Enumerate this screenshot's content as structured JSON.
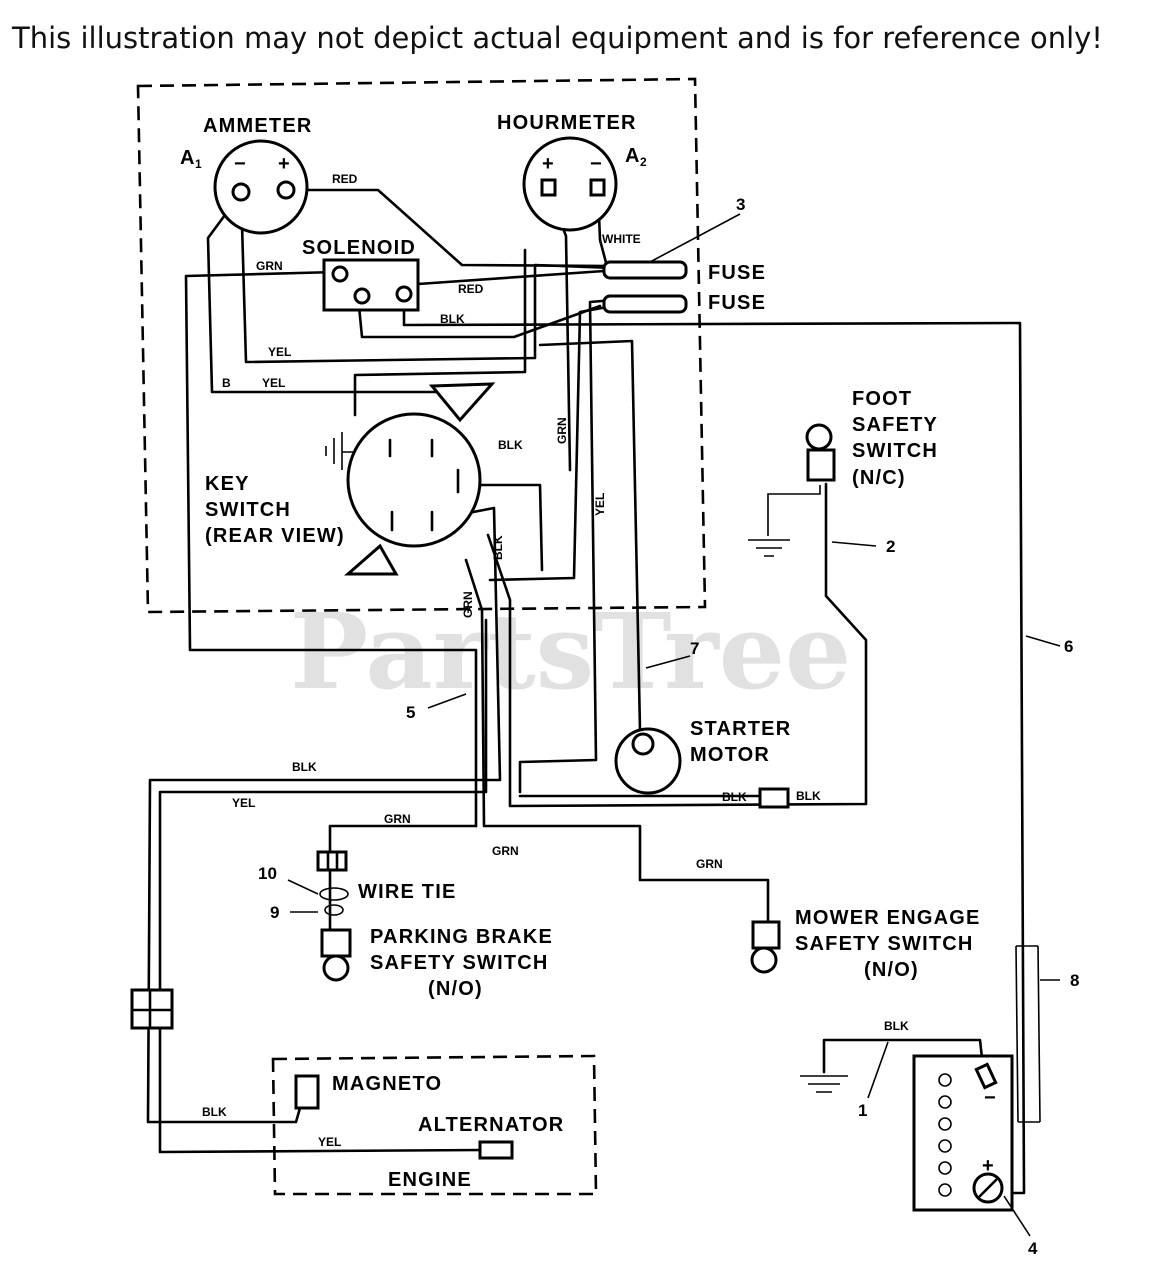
{
  "disclaimer": "This illustration may not depict actual equipment and is for reference only!",
  "watermark": "PartsTree",
  "components": {
    "ammeter": "AMMETER",
    "ammeter_ref": "A",
    "ammeter_sub": "1",
    "hourmeter": "HOURMETER",
    "hourmeter_ref": "A",
    "hourmeter_sub": "2",
    "solenoid": "SOLENOID",
    "fuse_1": "FUSE",
    "fuse_2": "FUSE",
    "key_switch_1": "KEY",
    "key_switch_2": "SWITCH",
    "key_switch_3": "(REAR VIEW)",
    "foot_1": "FOOT",
    "foot_2": "SAFETY",
    "foot_3": "SWITCH",
    "foot_4": "(N/C)",
    "starter_1": "STARTER",
    "starter_2": "MOTOR",
    "wire_tie": "WIRE TIE",
    "parking_1": "PARKING BRAKE",
    "parking_2": "SAFETY SWITCH",
    "parking_3": "(N/O)",
    "mower_1": "MOWER ENGAGE",
    "mower_2": "SAFETY SWITCH",
    "mower_3": "(N/O)",
    "magneto": "MAGNETO",
    "alternator": "ALTERNATOR",
    "engine": "ENGINE"
  },
  "terminals": {
    "minus": "−",
    "plus": "+",
    "b": "B"
  },
  "wires": {
    "red_1": "RED",
    "white": "WHITE",
    "grn_sol": "GRN",
    "red_2": "RED",
    "blk_sol": "BLK",
    "yel_1": "YEL",
    "yel_2": "YEL",
    "grn_vert_1": "GRN",
    "blk_key": "BLK",
    "yel_vert": "YEL",
    "blk_vert": "BLK",
    "grn_vert_2": "GRN",
    "blk_left": "BLK",
    "yel_left": "YEL",
    "grn_park": "GRN",
    "grn_mid": "GRN",
    "grn_mower": "GRN",
    "blk_foot_l": "BLK",
    "blk_foot_r": "BLK",
    "blk_batt": "BLK",
    "blk_mag": "BLK",
    "yel_alt": "YEL"
  },
  "callouts": [
    "1",
    "2",
    "3",
    "4",
    "5",
    "6",
    "7",
    "8",
    "9",
    "10"
  ]
}
